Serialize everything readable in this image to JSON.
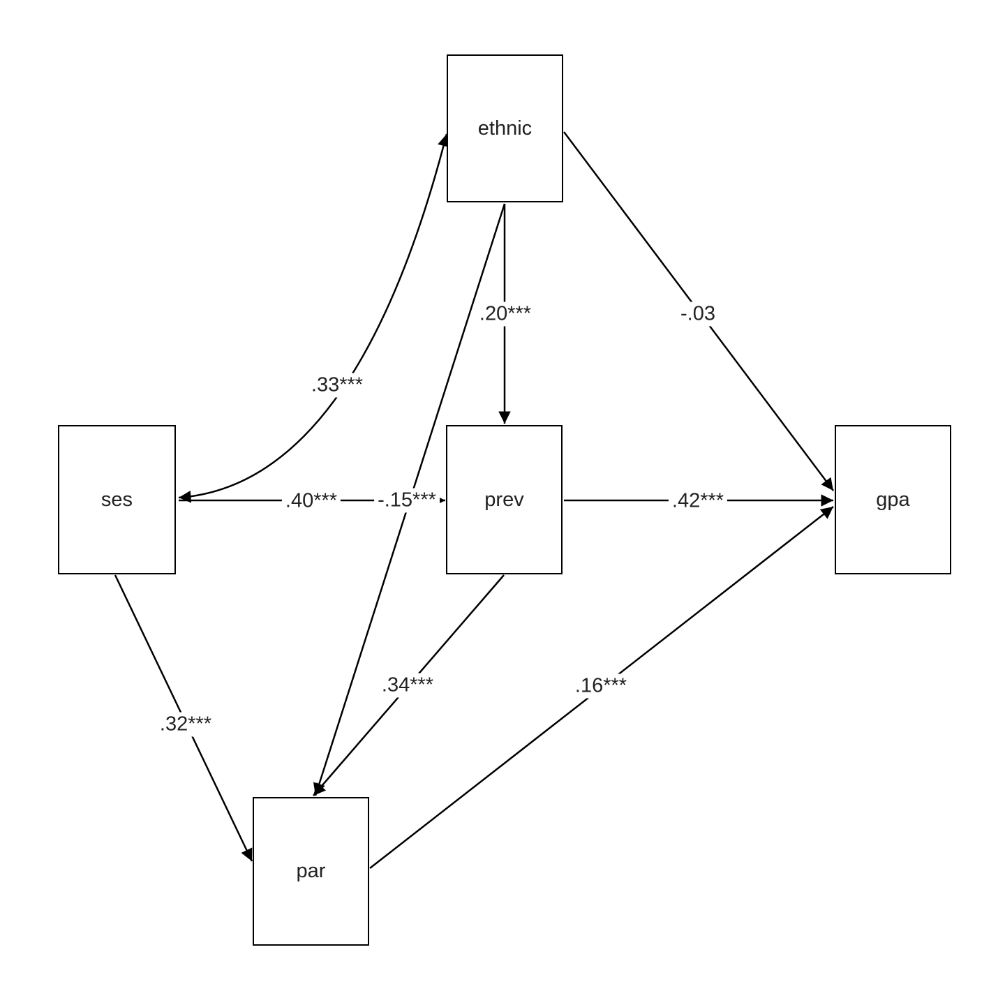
{
  "diagram": {
    "kind": "structural-path-model",
    "background": "#ffffff",
    "colors": {
      "line": "#000000",
      "box_border": "#000000",
      "box_fill": "#ffffff",
      "text": "#222222"
    },
    "nodes": [
      {
        "id": "ethnic",
        "label": "ethnic"
      },
      {
        "id": "ses",
        "label": "ses"
      },
      {
        "id": "prev",
        "label": "prev"
      },
      {
        "id": "gpa",
        "label": "gpa"
      },
      {
        "id": "par",
        "label": "par"
      }
    ],
    "edges": [
      {
        "from": "ses",
        "to": "ethnic",
        "label": ".33***",
        "type": "covariance-double-headed-curve"
      },
      {
        "from": "ses",
        "to": "prev",
        "label": ".40***",
        "type": "directed"
      },
      {
        "from": "ethnic",
        "to": "prev",
        "label": ".20***",
        "type": "directed"
      },
      {
        "from": "ethnic",
        "to": "par",
        "label": "-.15***",
        "type": "directed"
      },
      {
        "from": "ethnic",
        "to": "gpa",
        "label": "-.03",
        "type": "directed"
      },
      {
        "from": "prev",
        "to": "gpa",
        "label": ".42***",
        "type": "directed"
      },
      {
        "from": "ses",
        "to": "par",
        "label": ".32***",
        "type": "directed"
      },
      {
        "from": "prev",
        "to": "par",
        "label": ".34***",
        "type": "directed"
      },
      {
        "from": "par",
        "to": "gpa",
        "label": ".16***",
        "type": "directed"
      }
    ]
  }
}
